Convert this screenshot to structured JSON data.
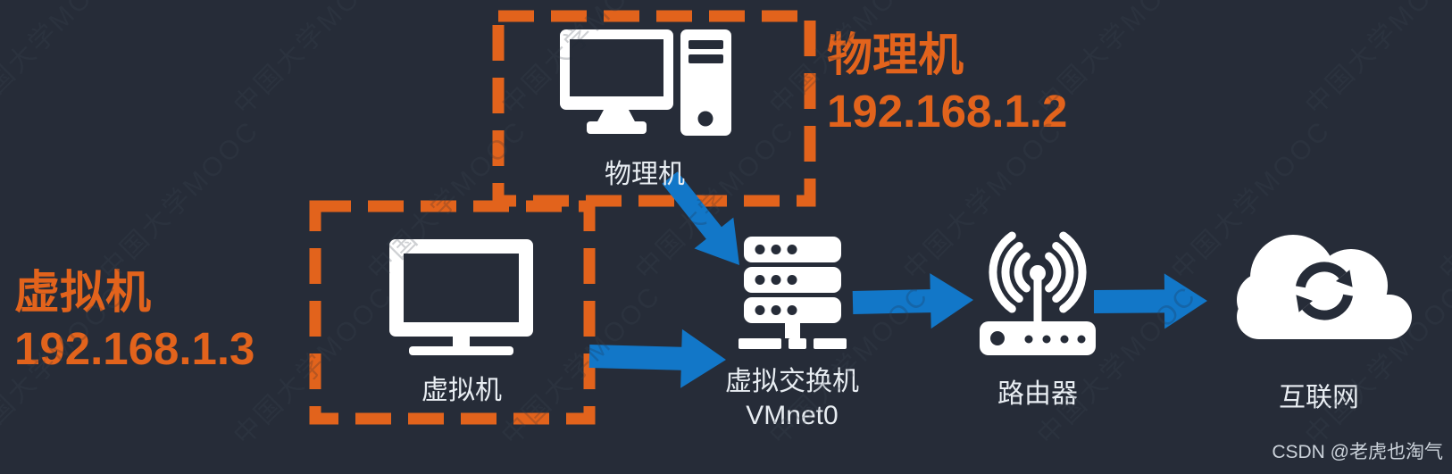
{
  "colors": {
    "background": "#262c38",
    "orange": "#e2631c",
    "blue": "#1277c8",
    "icon": "#ffffff",
    "label": "#e8edf2",
    "credit": "#cbd2da"
  },
  "physical_box": {
    "label": "物理机"
  },
  "virtual_box": {
    "label": "虚拟机"
  },
  "annotations": {
    "physical": {
      "name": "物理机",
      "ip": "192.168.1.2"
    },
    "virtual": {
      "name": "虚拟机",
      "ip": "192.168.1.3"
    }
  },
  "switch": {
    "label": "虚拟交换机",
    "sublabel": "VMnet0"
  },
  "router": {
    "label": "路由器"
  },
  "internet": {
    "label": "互联网"
  },
  "watermark": {
    "text": "中国大学MOOC"
  },
  "credit": {
    "text": "CSDN @老虎也淘气"
  }
}
